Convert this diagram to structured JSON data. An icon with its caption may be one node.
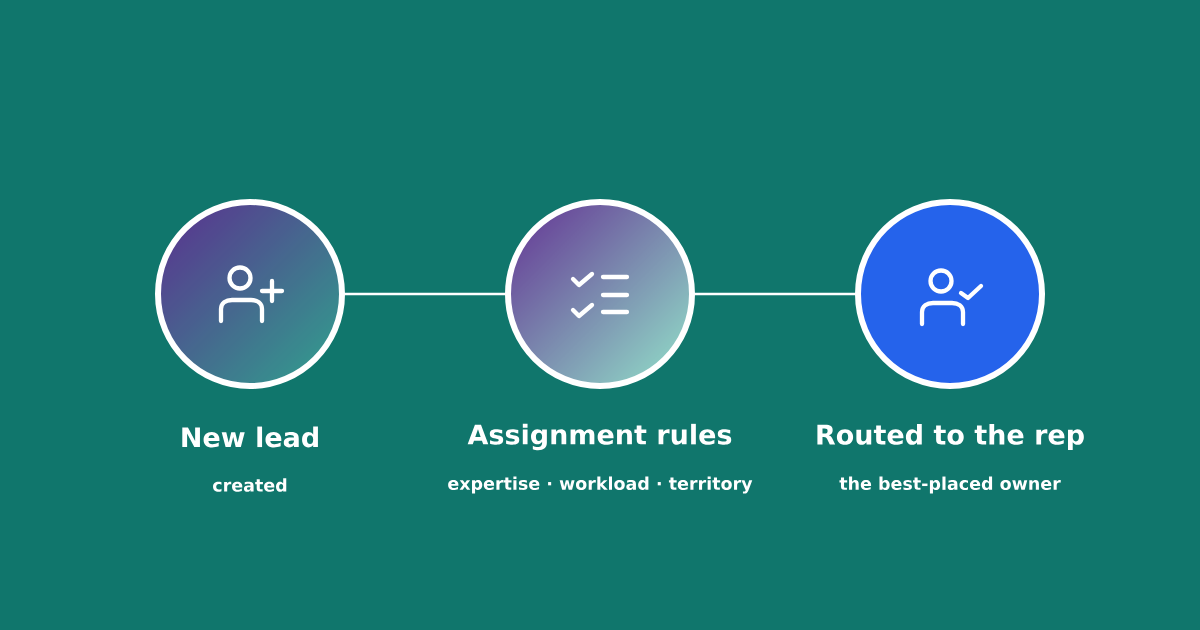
{
  "diagram": {
    "nodes": [
      {
        "text": [
          "New lead",
          "created"
        ]
      },
      {
        "text": [
          "Assignment rules",
          "expertise · workload · territory"
        ]
      },
      {
        "text": [
          "Routed to the rep",
          "the best-placed owner"
        ]
      }
    ],
    "edges": [
      {
        "from": 0,
        "to": 1,
        "arrow": "none"
      },
      {
        "from": 1,
        "to": 2,
        "arrow": "none"
      }
    ]
  }
}
